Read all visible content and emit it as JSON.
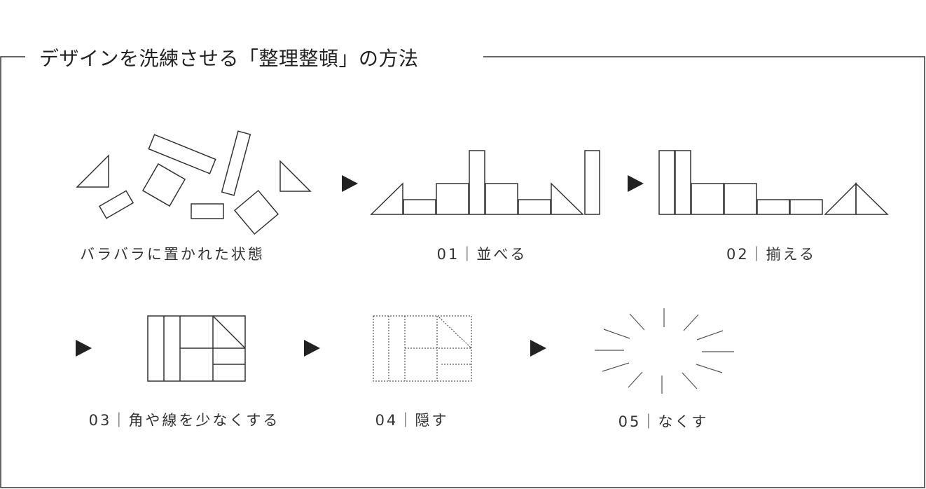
{
  "title": "デザインを洗練させる「整理整頓」の方法",
  "steps": [
    {
      "label": "バラバラに置かれた状態"
    },
    {
      "label": "01｜並べる"
    },
    {
      "label": "02｜揃える"
    },
    {
      "label": "03｜角や線を少なくする"
    },
    {
      "label": "04｜隠す"
    },
    {
      "label": "05｜なくす"
    }
  ],
  "colors": {
    "stroke": "#333333",
    "arrow": "#222222"
  }
}
